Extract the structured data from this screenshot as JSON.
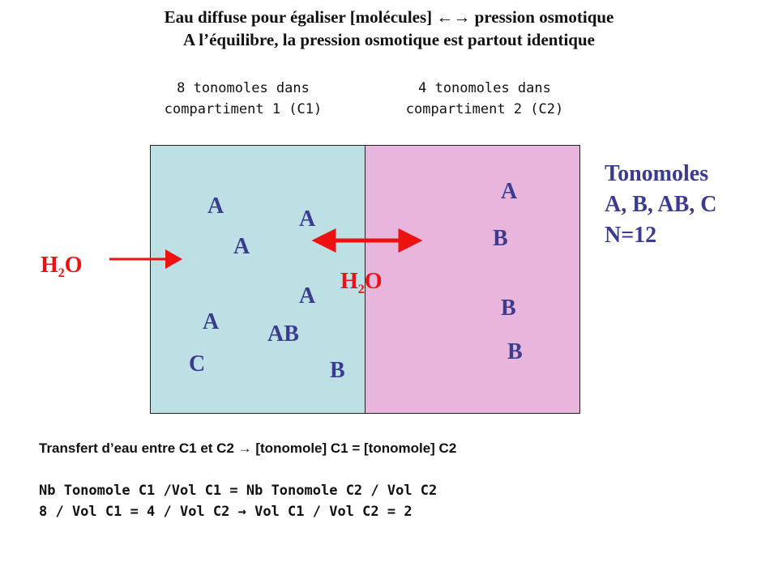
{
  "title": {
    "line1": "Eau diffuse pour égaliser [molécules] ←→ pression osmotique",
    "line2": "A l’équilibre, la pression osmotique est partout identique"
  },
  "compartments": {
    "c1_label_line1": "8 tonomoles dans",
    "c1_label_line2": "compartiment 1 (C1)",
    "c2_label_line1": "4 tonomoles dans",
    "c2_label_line2": "compartiment 2 (C2)",
    "c1_color": "#bce0e4",
    "c2_color": "#e8b6dc"
  },
  "molecules_c1": [
    "A",
    "A",
    "A",
    "A",
    "A",
    "AB",
    "C",
    "B"
  ],
  "molecules_c2": [
    "A",
    "B",
    "B",
    "B"
  ],
  "water": {
    "h": "H",
    "sub": "2",
    "o": "O",
    "color": "#ee1111"
  },
  "legend": {
    "line1": "Tonomoles",
    "line2": "A, B, AB, C",
    "line3": "N=12",
    "color": "#3b3b8f"
  },
  "equations": {
    "transfer": "Transfert d’eau entre C1 et C2 → [tonomole] C1 = [tonomole] C2",
    "line1": "Nb Tonomole C1 /Vol C1 = Nb Tonomole C2 / Vol C2",
    "line2": "8 / Vol C1 = 4 / Vol C2  → Vol C1 / Vol C2 = 2"
  }
}
